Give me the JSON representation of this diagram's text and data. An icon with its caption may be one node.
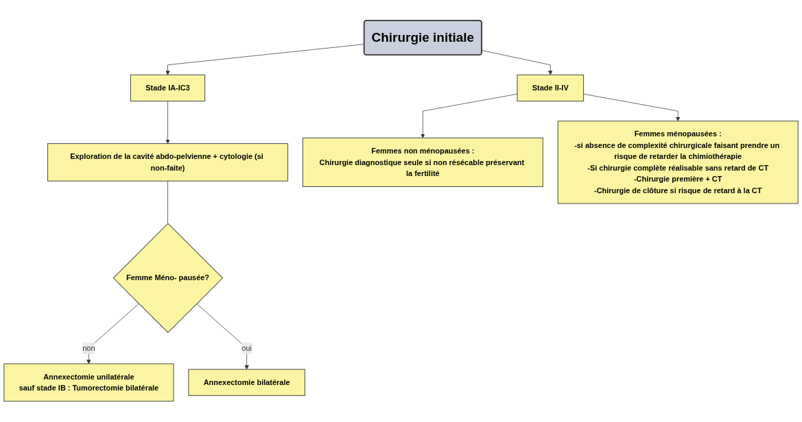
{
  "diagram": {
    "nodes": [
      {
        "text": [
          "Chirurgie initiale"
        ]
      },
      {
        "text": [
          "Stade IA-IC3"
        ]
      },
      {
        "text": [
          "Stade II-IV"
        ]
      },
      {
        "text": [
          "Exploration de la cavité abdo-pelvienne + cytologie (si non-faite)"
        ]
      },
      {
        "text": [
          "Femme Méno- pausée?"
        ]
      },
      {
        "text": [
          "Femmes non ménopausées :",
          "Chirurgie diagnostique seule si non résécable préservant la fertilité"
        ]
      },
      {
        "text": [
          "Femmes ménopausées :",
          "-si absence de complexité chirurgicale faisant prendre un risque de retarder la chimiothérapie",
          "-Si chirurgie complète réalisable sans retard de CT",
          "-Chirurgie première + CT",
          "-Chirurgie de clôture si risque de retard à la CT"
        ]
      },
      {
        "text": [
          "Annexectomie unilatérale",
          "sauf stade IB : Tumorectomie bilatérale"
        ]
      },
      {
        "text": [
          "Annexectomie bilatérale"
        ]
      }
    ],
    "edges": [
      {
        "from": 0,
        "to": 1,
        "arrow": "to"
      },
      {
        "from": 0,
        "to": 2,
        "arrow": "to"
      },
      {
        "from": 1,
        "to": 3,
        "arrow": "to"
      },
      {
        "from": 3,
        "to": 4,
        "arrow": "none"
      },
      {
        "from": 4,
        "to": 7,
        "label": "non",
        "arrow": "to"
      },
      {
        "from": 4,
        "to": 8,
        "label": "oui",
        "arrow": "to"
      },
      {
        "from": 2,
        "to": 5,
        "arrow": "to"
      },
      {
        "from": 2,
        "to": 6,
        "arrow": "to"
      }
    ]
  }
}
